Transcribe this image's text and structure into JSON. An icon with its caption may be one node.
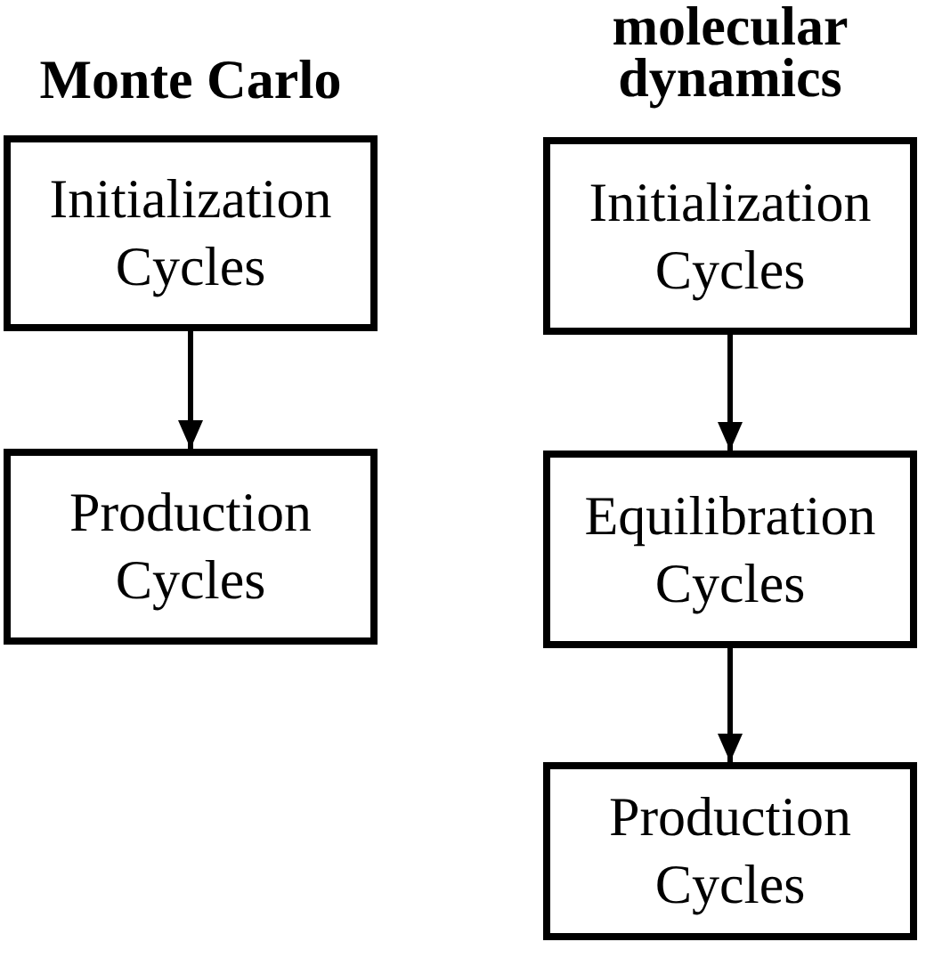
{
  "diagram": {
    "nodes": [
      {
        "text": [
          "Initialization Cycles"
        ]
      },
      {
        "text": [
          "Production Cycles"
        ]
      },
      {
        "text": [
          "Initialization Cycles"
        ]
      },
      {
        "text": [
          "Equilibration Cycles"
        ]
      },
      {
        "text": [
          "Production Cycles"
        ]
      }
    ],
    "edges": [
      {
        "from": 0,
        "to": 1,
        "arrow": "to"
      },
      {
        "from": 2,
        "to": 3,
        "arrow": "to"
      },
      {
        "from": 3,
        "to": 4,
        "arrow": "to"
      }
    ],
    "labels": [
      "Monte Carlo",
      "molecular dynamics"
    ]
  }
}
